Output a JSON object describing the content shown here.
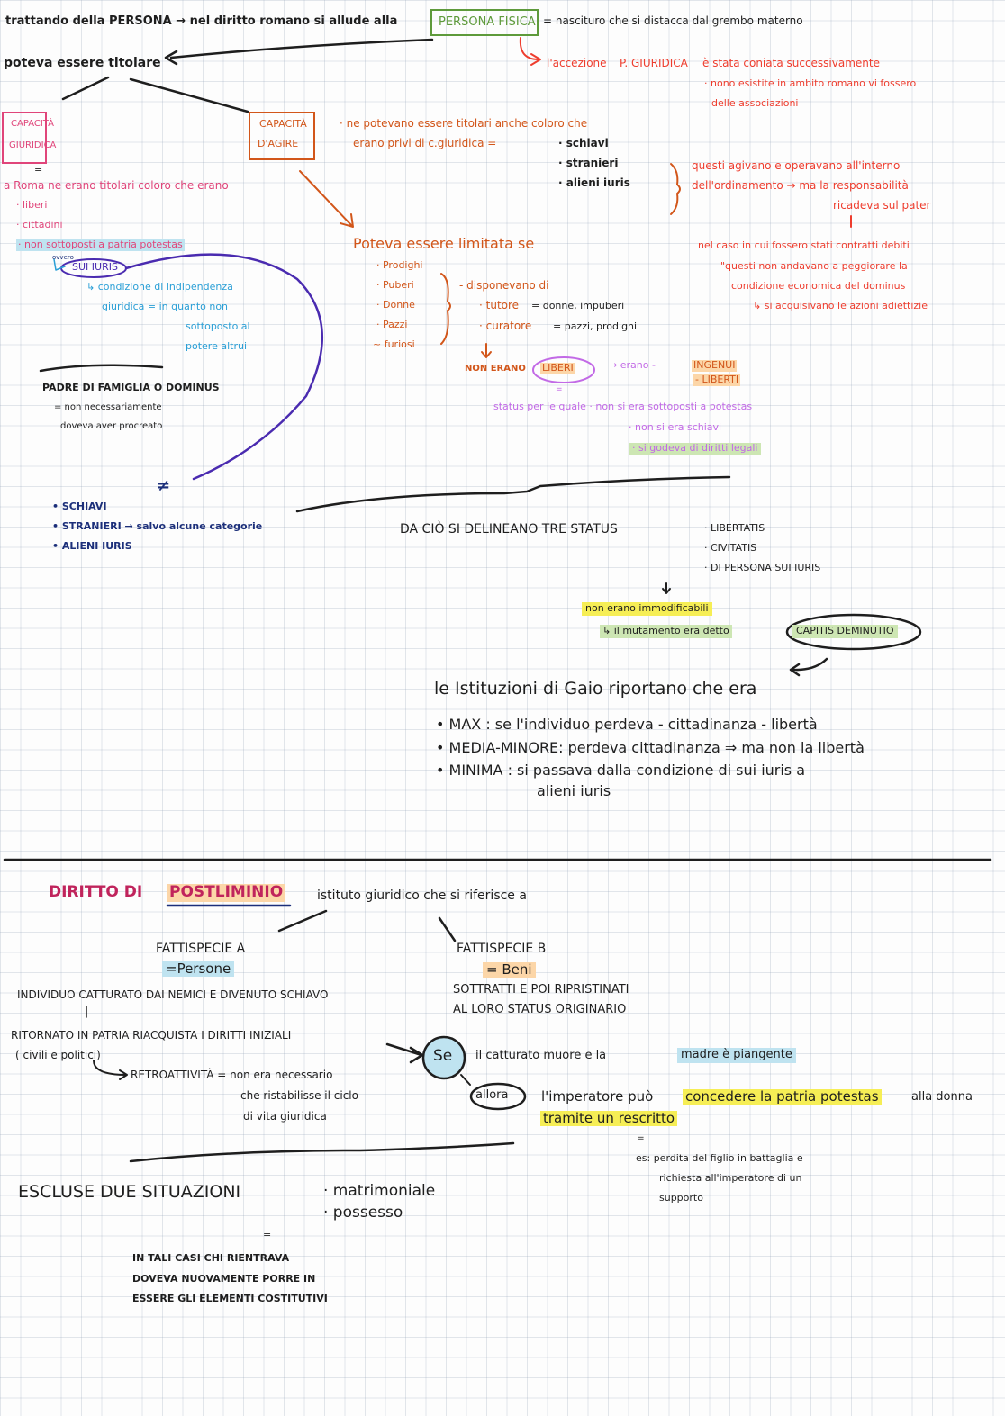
{
  "watermark": "",
  "section1": {
    "line1_pre": "trattando della PERSONA → nel diritto romano si allude alla",
    "persona_fisica": "PERSONA FISICA",
    "line1_post": "= nascituro che si distacca dal grembo materno",
    "poteva_essere_titolare": "poteva essere titolare",
    "accezione_pre": "l'accezione",
    "p_giuridica": "P. GIURIDICA",
    "accezione_post": "è stata coniata successivamente",
    "accezione_2": "· nono esistite in ambito romano vi fossero",
    "accezione_3": "delle associazioni",
    "capacita_giuridica": [
      "CAPACITÀ",
      "GIURIDICA"
    ],
    "capacita_agire": [
      "CAPACITÀ",
      "D'AGIRE"
    ],
    "agire_line1": "· ne potevano essere titolari anche coloro che",
    "agire_line2": "erano privi di c.giuridica =",
    "agire_list": [
      "· schiavi",
      "· stranieri",
      "· alieni iuris"
    ],
    "agivano_1": "questi agivano e operavano all'interno",
    "agivano_2": "dell'ordinamento → ma la responsabilità",
    "agivano_3": "ricadeva sul pater",
    "nel_caso_1": "nel caso in cui fossero stati contratti debiti",
    "nel_caso_2": "\"questi non andavano a peggiorare la",
    "nel_caso_3": "condizione economica del dominus",
    "nel_caso_4": "↳ si acquisivano le azioni adiettizie",
    "equals_sign": "=",
    "roma_line": "a Roma ne erano titolari coloro che erano",
    "roma_list": [
      "· liberi",
      "· cittadini",
      "· non sottoposti a patria potestas"
    ],
    "ovvero": "ovvero",
    "sui_iuris": "SUI IURIS",
    "condizione_1": "↳ condizione di indipendenza",
    "condizione_2": "giuridica = in quanto non",
    "condizione_3": "sottoposto al",
    "condizione_4": "potere altrui",
    "limitata": "Poteva essere limitata se",
    "limitata_list": [
      "· Prodighi",
      "· Puberi",
      "· Donne",
      "· Pazzi",
      "~ furiosi"
    ],
    "disponevano": "- disponevano di",
    "tutore": "· tutore",
    "tutore_eq": "= donne, impuberi",
    "curatore": "· curatore",
    "curatore_eq": "= pazzi, prodighi",
    "non_erano": "NON ERANO",
    "liberi": "LIBERI",
    "erano_arrow": "⇢ erano -",
    "ingenui": "INGENUI",
    "liberti": "- LIBERTI",
    "padre_1": "PADRE DI FAMIGLIA O DOMINUS",
    "padre_2": "= non necessariamente",
    "padre_3": "doveva aver procreato",
    "status_1": "status per le quale · non si era sottoposti a potestas",
    "status_2": "· non si era schiavi",
    "status_3": "· si godeva di diritti legali",
    "neq": "≠",
    "blue_list": [
      "SCHIAVI",
      "STRANIERI → salvo alcune categorie",
      "ALIENI IURIS"
    ],
    "da_cio": "DA CIÒ SI DELINEANO TRE STATUS",
    "status_list": [
      "· LIBERTATIS",
      "· CIVITATIS",
      "· DI PERSONA SUI IURIS"
    ],
    "non_immod": "non erano immodificabili",
    "mutamento": "↳ il mutamento era detto",
    "capitis": "CAPITIS DEMINUTIO",
    "gaio": "le Istituzioni di Gaio riportano che era",
    "gaio_list": [
      "MAX : se l'individuo perdeva - cittadinanza - libertà",
      "MEDIA-MINORE: perdeva cittadinanza ⇒ ma non la libertà",
      "MINIMA : si passava dalla condizione di sui iuris a"
    ],
    "gaio_cont": "alieni iuris"
  },
  "section2": {
    "diritto": "DIRITTO DI",
    "postliminio": "POSTLIMINIO",
    "istituto": "istituto giuridico che si riferisce a",
    "fattispecie_a": "FATTISPECIE A",
    "persone": "=Persone",
    "fattispecie_b": "FATTISPECIE B",
    "beni": "= Beni",
    "individuo": "INDIVIDUO CATTURATO DAI NEMICI E DIVENUTO SCHIAVO",
    "sottratti_1": "SOTTRATTI E POI RIPRISTINATI",
    "sottratti_2": "AL LORO STATUS ORIGINARIO",
    "ritornato_1": "RITORNATO IN PATRIA RIACQUISTA I DIRITTI INIZIALI",
    "ritornato_2": "( civili e politici)",
    "retro_1": "RETROATTIVITÀ = non era necessario",
    "retro_2": "che ristabilisse il ciclo",
    "retro_3": "di vita giuridica",
    "se": "Se",
    "se_text_1": "il catturato muore e la",
    "se_text_2": "madre è piangente",
    "allora": "allora",
    "allora_1": "l'imperatore può",
    "allora_2": "concedere la patria potestas",
    "allora_3": "alla donna",
    "allora_4": "tramite un rescritto",
    "note_1": "es: perdita del figlio in battaglia e",
    "note_2": "richiesta all'imperatore di un",
    "note_3": "supporto",
    "escluse": "ESCLUSE DUE SITUAZIONI",
    "escluse_list": [
      "· matrimoniale",
      "· possesso"
    ],
    "equals": "=",
    "in_tali_1": "IN TALI CASI CHI RIENTRAVA",
    "in_tali_2": "DOVEVA NUOVAMENTE PORRE IN",
    "in_tali_3": "ESSERE GLI ELEMENTI COSTITUTIVI"
  }
}
